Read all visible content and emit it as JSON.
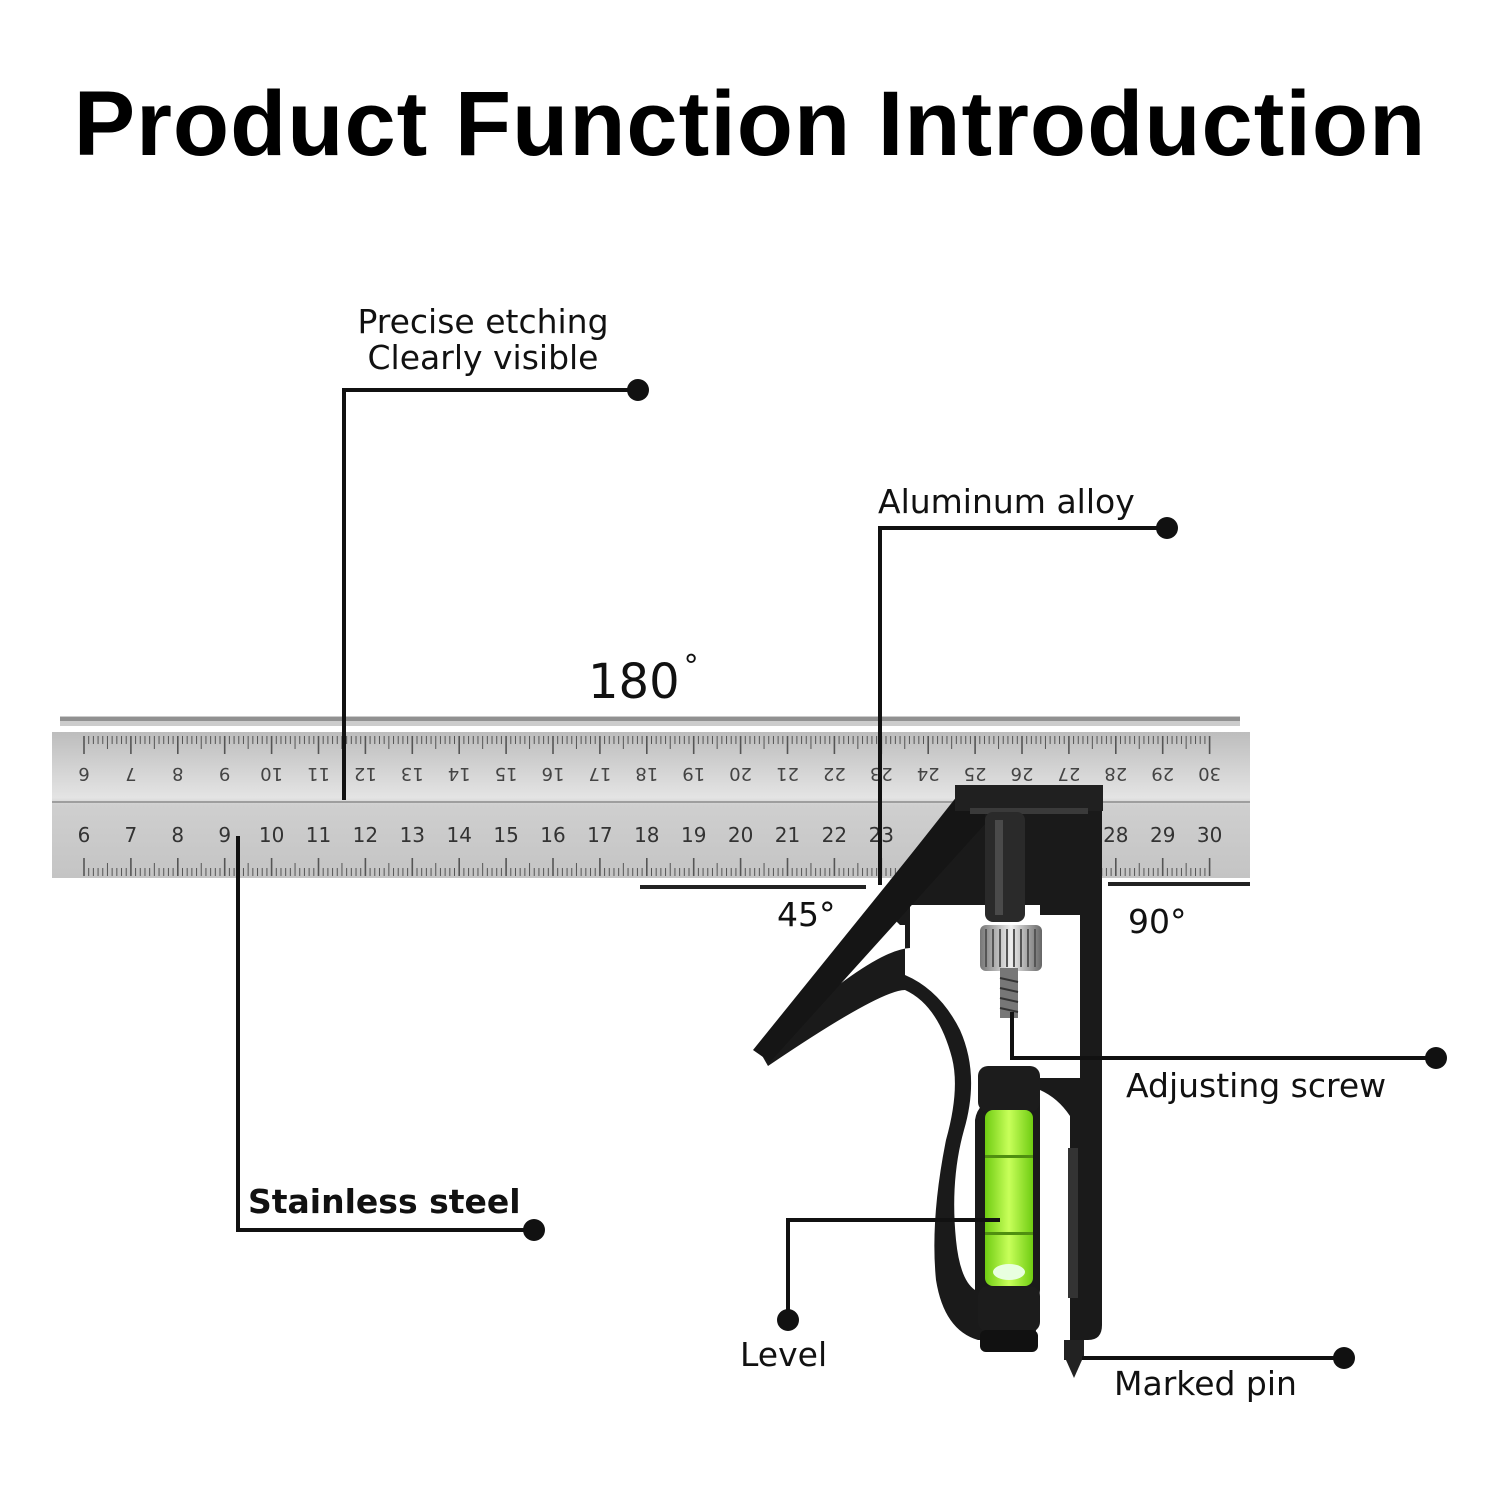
{
  "title": "Product Function Introduction",
  "angles": {
    "straight": "180",
    "straight_symbol": "°",
    "miter": "45°",
    "square": "90°"
  },
  "callouts": {
    "etching_line1": "Precise etching",
    "etching_line2": "Clearly visible",
    "aluminum": "Aluminum alloy",
    "stainless": "Stainless steel",
    "adjusting": "Adjusting screw",
    "level": "Level",
    "marked_pin": "Marked pin"
  },
  "ruler": {
    "bottom_numbers": [
      "6",
      "7",
      "8",
      "9",
      "10",
      "11",
      "12",
      "13",
      "14",
      "15",
      "16",
      "17",
      "18",
      "19",
      "20",
      "21",
      "22",
      "23",
      "28",
      "29",
      "30"
    ],
    "top_numbers": [
      "6",
      "7",
      "8",
      "9",
      "10",
      "11",
      "12",
      "13",
      "14",
      "15",
      "16",
      "17",
      "18",
      "19",
      "20",
      "21",
      "22",
      "23",
      "24",
      "25",
      "26",
      "27",
      "28",
      "29",
      "30"
    ]
  },
  "colors": {
    "steel": "#c9c9c9",
    "handle": "#1a1a1a",
    "vial": "#a6ff2e"
  }
}
